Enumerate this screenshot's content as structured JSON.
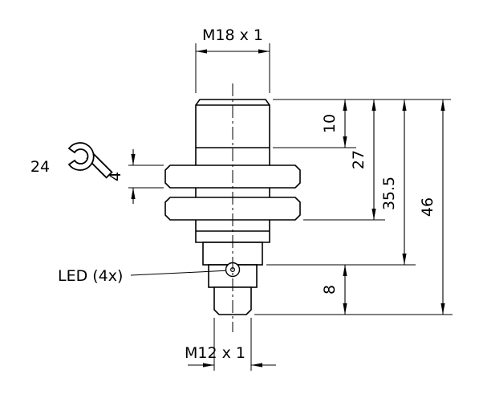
{
  "drawing": {
    "type": "technical-dimension-drawing",
    "labels": {
      "thread_top": "M18 x 1",
      "wrench_size": "24",
      "nut_thickness": "4",
      "dim_head": "10",
      "dim_thread": "27",
      "dim_body": "35.5",
      "dim_total": "46",
      "dim_connector": "8",
      "led": "LED (4x)",
      "thread_bottom": "M12 x 1"
    },
    "colors": {
      "line": "#000000",
      "background": "#ffffff"
    }
  }
}
